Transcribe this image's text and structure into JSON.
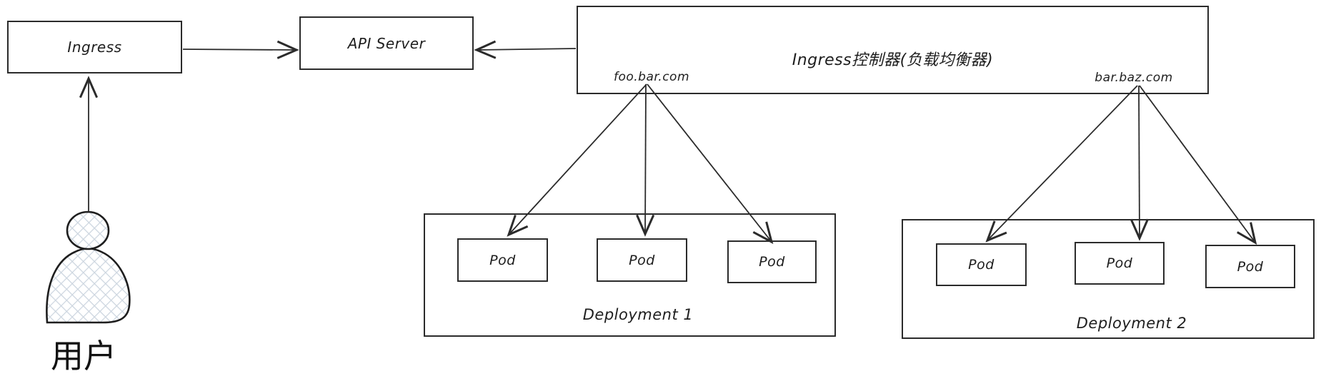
{
  "canvas": {
    "background": "#ffffff",
    "stroke_color": "#2b2b2b",
    "hatch_fill_color": "#ccd5df"
  },
  "nodes": {
    "user": {
      "label": "用户"
    },
    "ingress": {
      "label": "Ingress"
    },
    "api_server": {
      "label": "API Server"
    },
    "ingress_controller": {
      "label": "Ingress控制器(负载均衡器)",
      "hosts": {
        "foo": "foo.bar.com",
        "bar": "bar.baz.com"
      }
    },
    "deployment_1": {
      "label": "Deployment 1",
      "pods": [
        "Pod",
        "Pod",
        "Pod"
      ]
    },
    "deployment_2": {
      "label": "Deployment 2",
      "pods": [
        "Pod",
        "Pod",
        "Pod"
      ]
    }
  },
  "edges": [
    {
      "from": "user",
      "to": "ingress"
    },
    {
      "from": "ingress",
      "to": "api_server"
    },
    {
      "from": "ingress_controller",
      "to": "api_server"
    },
    {
      "from": "foo.bar.com",
      "to": "deployment_1.pod_1"
    },
    {
      "from": "foo.bar.com",
      "to": "deployment_1.pod_2"
    },
    {
      "from": "foo.bar.com",
      "to": "deployment_1.pod_3"
    },
    {
      "from": "bar.baz.com",
      "to": "deployment_2.pod_1"
    },
    {
      "from": "bar.baz.com",
      "to": "deployment_2.pod_2"
    },
    {
      "from": "bar.baz.com",
      "to": "deployment_2.pod_3"
    }
  ]
}
